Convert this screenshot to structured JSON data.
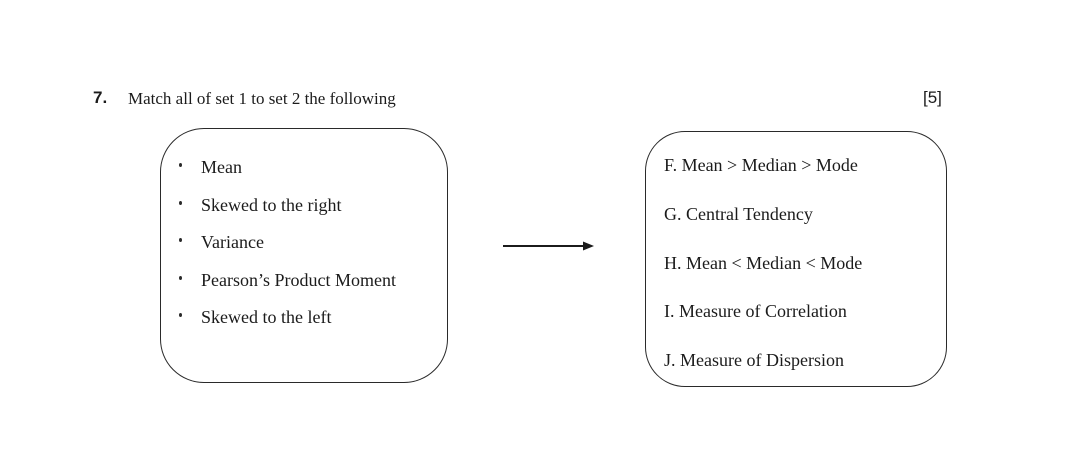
{
  "question": {
    "number": "7.",
    "text": "Match all of set 1 to set 2 the following",
    "marks": "[5]"
  },
  "set1": {
    "items": [
      "Mean",
      "Skewed to the right",
      "Variance",
      "Pearson’s Product Moment",
      "Skewed to the left"
    ]
  },
  "set2": {
    "items": [
      "F. Mean > Median > Mode",
      "G. Central Tendency",
      "H. Mean < Median < Mode",
      "I. Measure of Correlation",
      "J. Measure of Dispersion"
    ]
  },
  "colors": {
    "ink": "#1b1b1b",
    "border": "#2a2a2a",
    "background": "#ffffff"
  }
}
